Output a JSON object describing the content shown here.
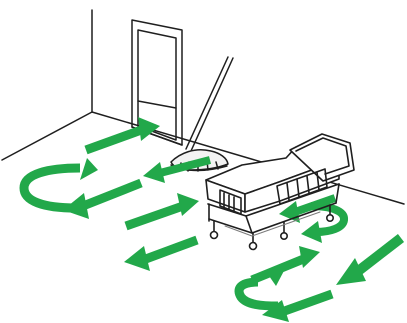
{
  "colors": {
    "background": "#ffffff",
    "line": "#1f1f1f",
    "arrow": "#22a84a",
    "bed_fill": "#ffffff",
    "mop_head": "#f3f3f3"
  },
  "illustration": {
    "objects": [
      "room-corner-wall",
      "doorway",
      "mop",
      "hospital-bed",
      "mopping-path-arrows"
    ]
  }
}
